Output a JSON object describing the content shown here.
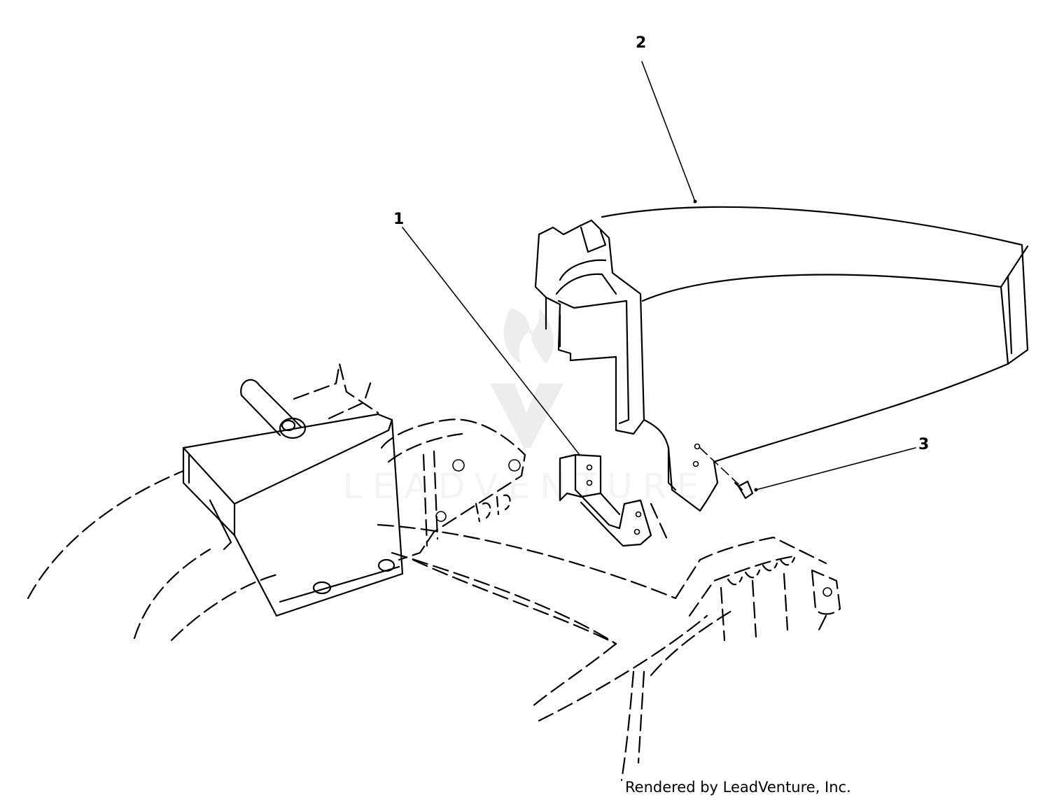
{
  "callouts": [
    {
      "label": "1",
      "part": "bracket"
    },
    {
      "label": "2",
      "part": "discharge-chute"
    },
    {
      "label": "3",
      "part": "screw"
    }
  ],
  "watermark": {
    "text": "LEADVENTURE"
  },
  "credit": {
    "text": "Rendered by LeadVenture, Inc."
  },
  "colors": {
    "line": "#000000",
    "background": "#ffffff",
    "watermark": "#d6d6d6"
  }
}
